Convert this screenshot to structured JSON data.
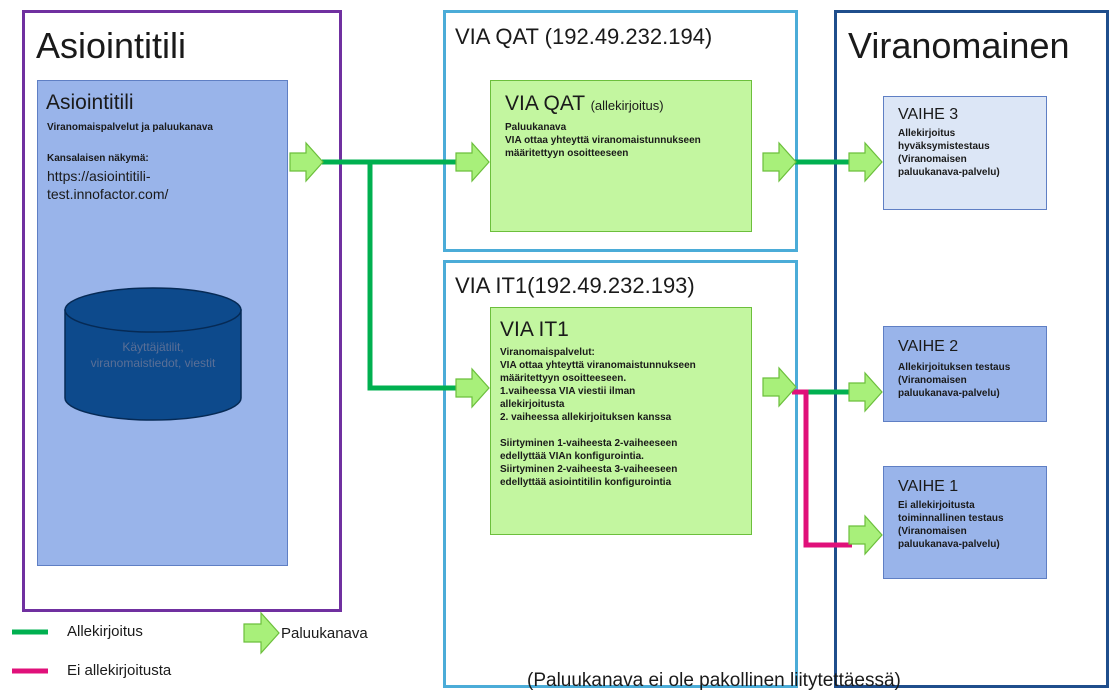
{
  "colors": {
    "green": "#00b050",
    "magenta": "#e0107a",
    "purple": "#7030a0",
    "light_blue": "#4bacd8",
    "dark_blue": "#1f4e8c",
    "box_blue": "#99b4ea",
    "box_green": "#c3f6a0",
    "cylinder": "#0d4a8c",
    "vaihe_light": "#dce6f6"
  },
  "asiointitili": {
    "title": "Asiointitili",
    "box_title": "Asiointitili",
    "subtitle": "Viranomaispalvelut ja  paluukanava",
    "label": "Kansalaisen näkymä:",
    "url": "https://asiointitili-\ntest.innofactor.com/",
    "db_text": "Käyttäjätilit,\nviranomaistiedot, viestit"
  },
  "via_qat": {
    "title_main": "VIA QAT ",
    "title_ip": "(192.49.232.194)",
    "box_title": "VIA QAT ",
    "box_title_small": "(allekirjoitus)",
    "text": "Paluukanava\nVIA ottaa yhteyttä viranomaistunnukseen\nmääritettyyn osoitteeseen"
  },
  "via_it1": {
    "title_main": "VIA IT1",
    "title_ip": "(192.49.232.193)",
    "box_title": "VIA IT1",
    "text": "Viranomaispalvelut:\nVIA ottaa yhteyttä viranomaistunnukseen\nmääritettyyn osoitteeseen.\n1.vaiheessa VIA viestii ilman\nallekirjoitusta\n2. vaiheessa allekirjoituksen kanssa\n\nSiirtyminen 1-vaiheesta 2-vaiheeseen\nedellyttää VIAn konfigurointia.\nSiirtyminen 2-vaiheesta 3-vaiheeseen\nedellyttää asiointitilin konfigurointia"
  },
  "viranomainen": {
    "title": "Viranomainen",
    "vaihe3": {
      "title": "VAIHE 3",
      "text": "Allekirjoitus\nhyväksymistestaus\n(Viranomaisen\npaluukanava-palvelu)"
    },
    "vaihe2": {
      "title": "VAIHE 2",
      "text": "Allekirjoituksen testaus\n(Viranomaisen\npaluukanava-palvelu)"
    },
    "vaihe1": {
      "title": "VAIHE 1",
      "text": "Ei allekirjoitusta\ntoiminnallinen testaus\n(Viranomaisen\npaluukanava-palvelu)"
    }
  },
  "legend": {
    "allekirjoitus": "Allekirjoitus",
    "ei_allekirjoitusta": "Ei allekirjoitusta",
    "paluukanava": "Paluukanava"
  },
  "note": "(Paluukanava ei ole pakollinen liitytettäessä)"
}
